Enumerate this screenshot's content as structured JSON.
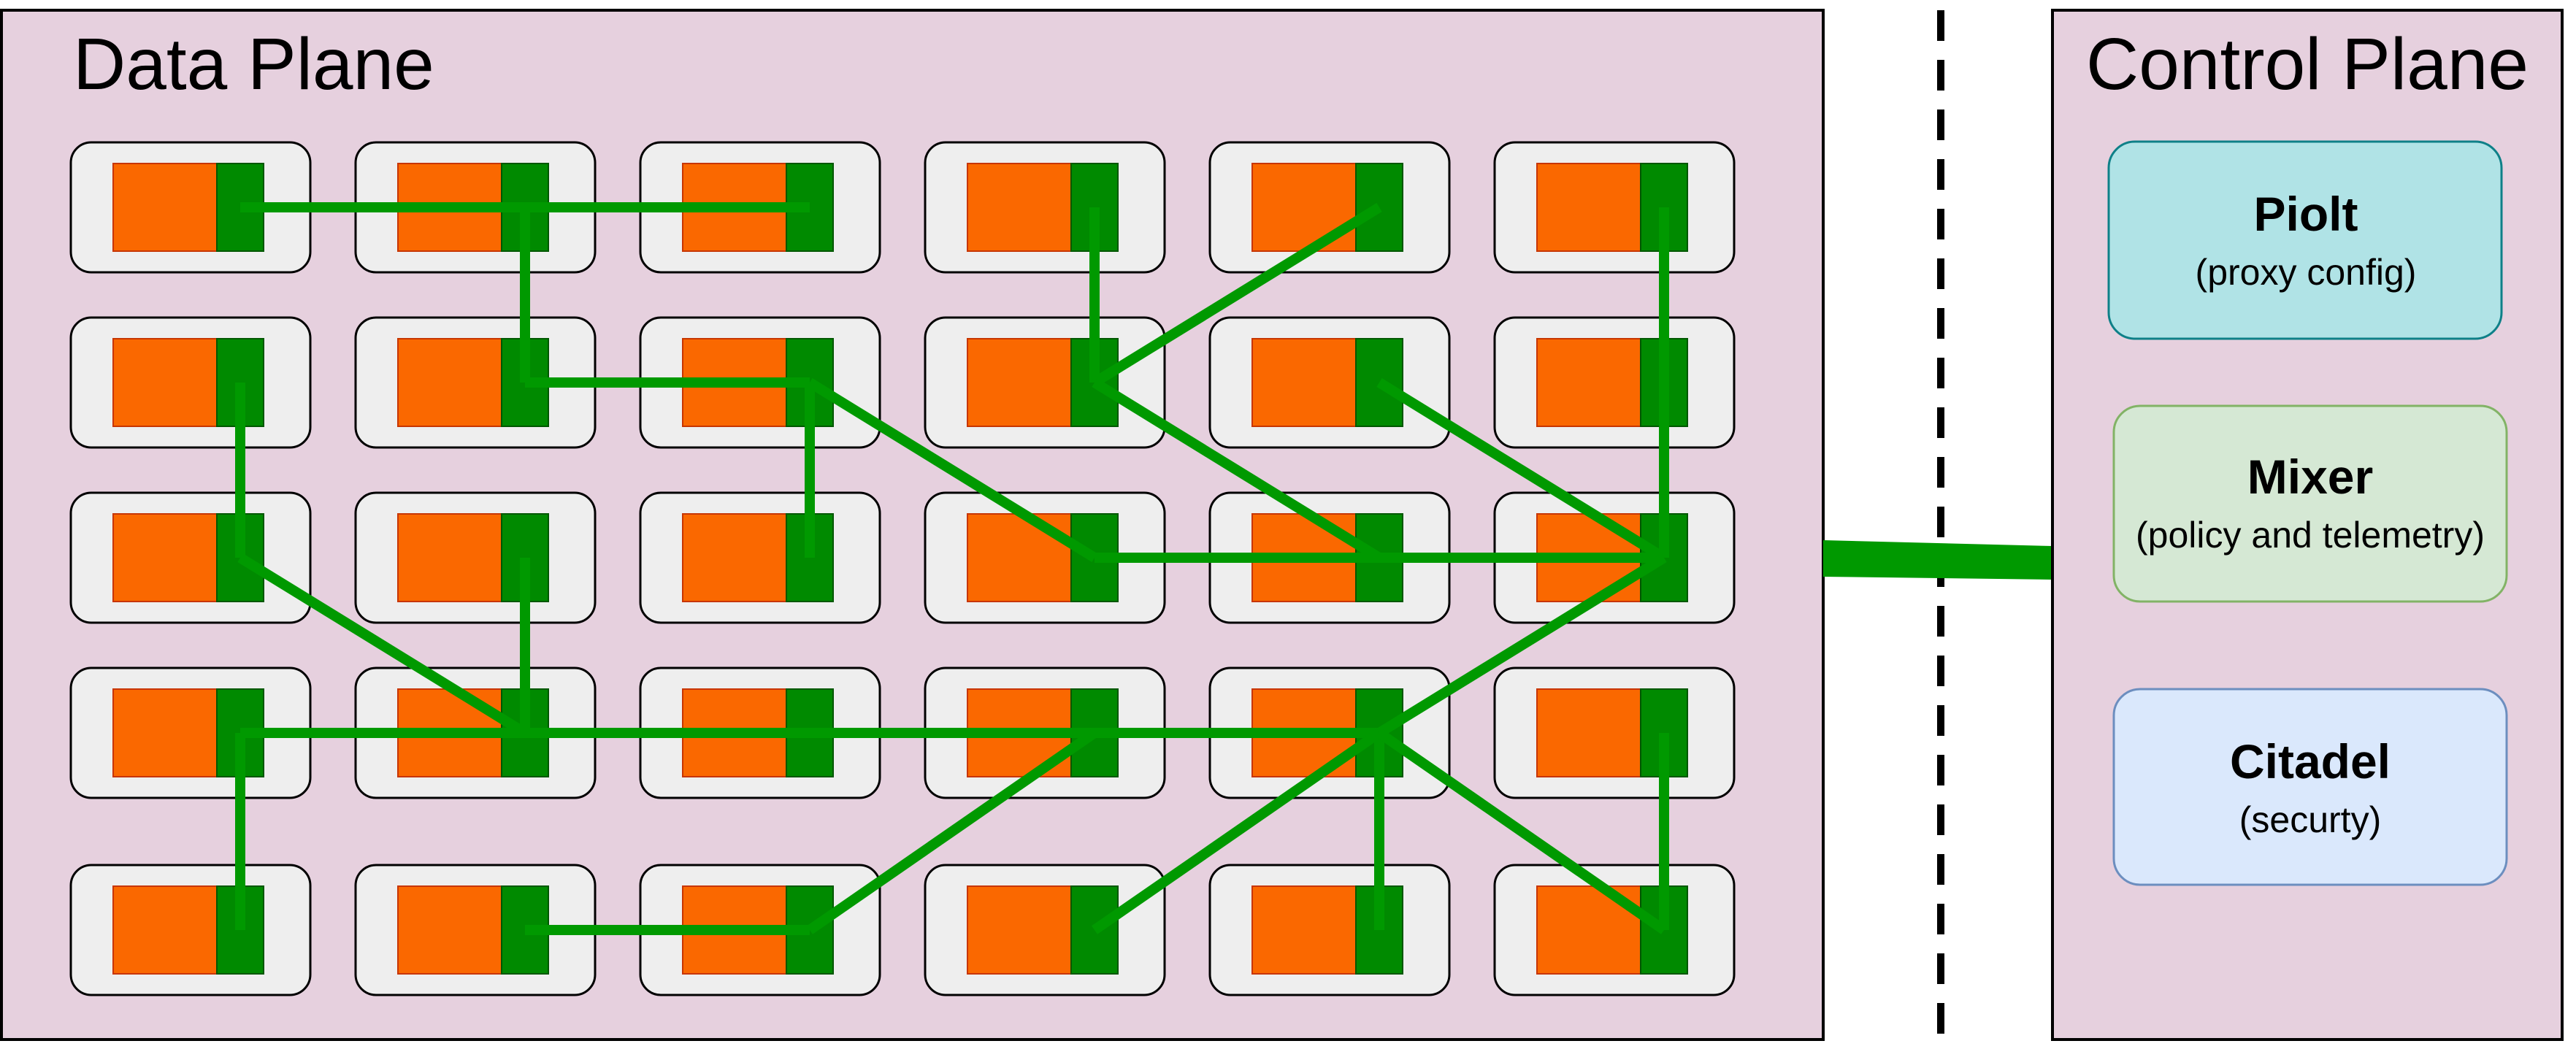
{
  "data_plane": {
    "title": "Data Plane"
  },
  "control_plane": {
    "title": "Control Plane",
    "components": [
      {
        "name": "Piolt",
        "desc": "(proxy config)",
        "fill": "#b0e3e6",
        "stroke": "#0e8088"
      },
      {
        "name": "Mixer",
        "desc": "(policy and telemetry)",
        "fill": "#d5e8d4",
        "stroke": "#82b366"
      },
      {
        "name": "Citadel",
        "desc": "(securty)",
        "fill": "#dae8fc",
        "stroke": "#6c8ebf"
      }
    ]
  },
  "colors": {
    "plane_fill": "#e6d0de",
    "pod_fill": "#eeeeee",
    "app_fill": "#fa6800",
    "sidecar_fill": "#008a00",
    "link": "#009900"
  },
  "grid": {
    "rows": 5,
    "cols": 6
  },
  "links": [
    [
      [
        0,
        0
      ],
      [
        0,
        1
      ]
    ],
    [
      [
        0,
        1
      ],
      [
        0,
        2
      ]
    ],
    [
      [
        0,
        1
      ],
      [
        1,
        1
      ]
    ],
    [
      [
        0,
        3
      ],
      [
        1,
        3
      ]
    ],
    [
      [
        0,
        4
      ],
      [
        1,
        3
      ]
    ],
    [
      [
        0,
        5
      ],
      [
        1,
        5
      ]
    ],
    [
      [
        1,
        0
      ],
      [
        2,
        0
      ]
    ],
    [
      [
        1,
        1
      ],
      [
        1,
        2
      ]
    ],
    [
      [
        1,
        2
      ],
      [
        2,
        2
      ]
    ],
    [
      [
        1,
        2
      ],
      [
        2,
        3
      ]
    ],
    [
      [
        1,
        3
      ],
      [
        2,
        4
      ]
    ],
    [
      [
        1,
        4
      ],
      [
        2,
        5
      ]
    ],
    [
      [
        1,
        5
      ],
      [
        2,
        5
      ]
    ],
    [
      [
        2,
        0
      ],
      [
        3,
        1
      ]
    ],
    [
      [
        3,
        1
      ],
      [
        2,
        1
      ]
    ],
    [
      [
        2,
        3
      ],
      [
        2,
        4
      ]
    ],
    [
      [
        2,
        4
      ],
      [
        2,
        5
      ]
    ],
    [
      [
        3,
        0
      ],
      [
        3,
        1
      ]
    ],
    [
      [
        3,
        1
      ],
      [
        3,
        2
      ]
    ],
    [
      [
        3,
        2
      ],
      [
        3,
        3
      ]
    ],
    [
      [
        3,
        3
      ],
      [
        3,
        4
      ]
    ],
    [
      [
        3,
        4
      ],
      [
        2,
        5
      ]
    ],
    [
      [
        3,
        0
      ],
      [
        4,
        0
      ]
    ],
    [
      [
        4,
        1
      ],
      [
        4,
        2
      ]
    ],
    [
      [
        4,
        2
      ],
      [
        3,
        3
      ]
    ],
    [
      [
        4,
        3
      ],
      [
        3,
        4
      ]
    ],
    [
      [
        3,
        4
      ],
      [
        4,
        4
      ]
    ],
    [
      [
        3,
        4
      ],
      [
        4,
        5
      ]
    ],
    [
      [
        3,
        5
      ],
      [
        4,
        5
      ]
    ]
  ]
}
